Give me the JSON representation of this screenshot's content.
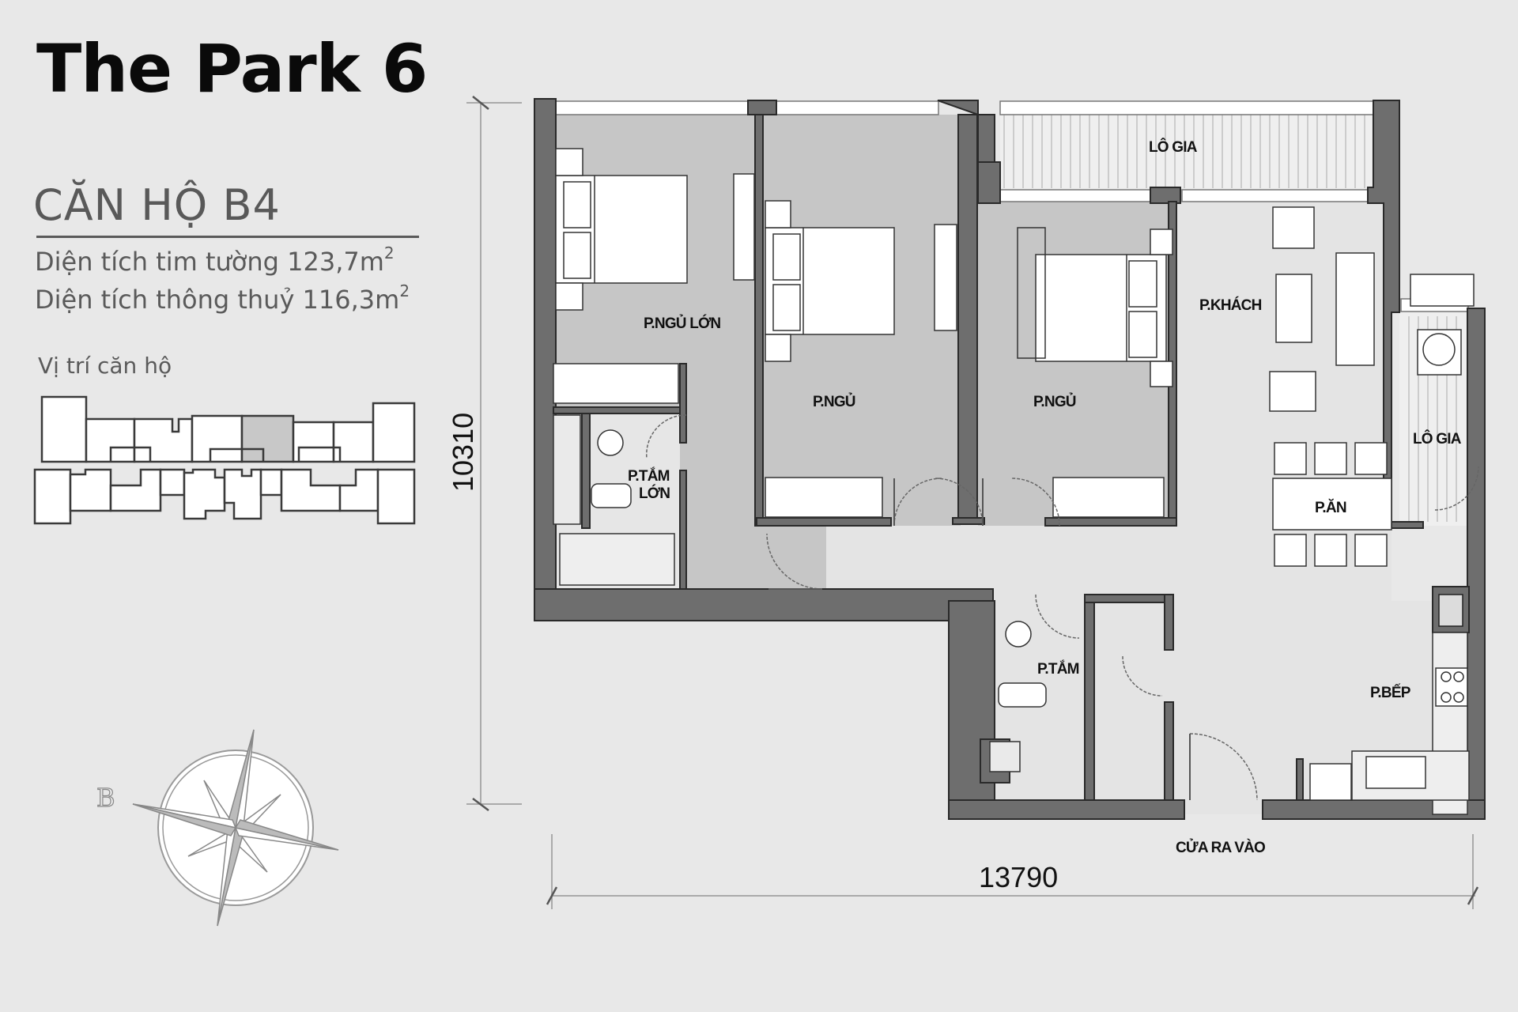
{
  "header": {
    "project_title": "The Park 6",
    "unit_name": "CĂN HỘ B4",
    "area_wall_center": {
      "label": "Diện tích tim tường 123,7m",
      "sup": "2"
    },
    "area_clear": {
      "label": "Diện tích thông thuỷ 116,3m",
      "sup": "2"
    },
    "position_label": "Vị trí căn hộ"
  },
  "keymap": {
    "highlighted_unit_color": "#c8c8c8",
    "outline_color": "#3a3a3a"
  },
  "compass": {
    "label": "B",
    "icon": "compass-rose-icon"
  },
  "plan": {
    "colors": {
      "wall": "#6e6e6e",
      "wall_edge": "#2a2a2a",
      "bedroom_floor": "#c6c6c6",
      "living_floor": "#e4e4e4",
      "furniture": "#ffffff",
      "background": "#e8e8e8"
    },
    "rooms": {
      "master_bedroom": "P.NGỦ LỚN",
      "bedroom_2": "P.NGỦ",
      "bedroom_3": "P.NGỦ",
      "master_bath_line1": "P.TẮM",
      "master_bath_line2": "LỚN",
      "bathroom": "P.TẮM",
      "living_room": "P.KHÁCH",
      "dining_room": "P.ĂN",
      "kitchen": "P.BẾP",
      "loggia_top": "LÔ GIA",
      "loggia_right": "LÔ GIA",
      "entrance": "CỬA RA VÀO"
    },
    "dimensions": {
      "height": "10310",
      "width": "13790"
    }
  }
}
